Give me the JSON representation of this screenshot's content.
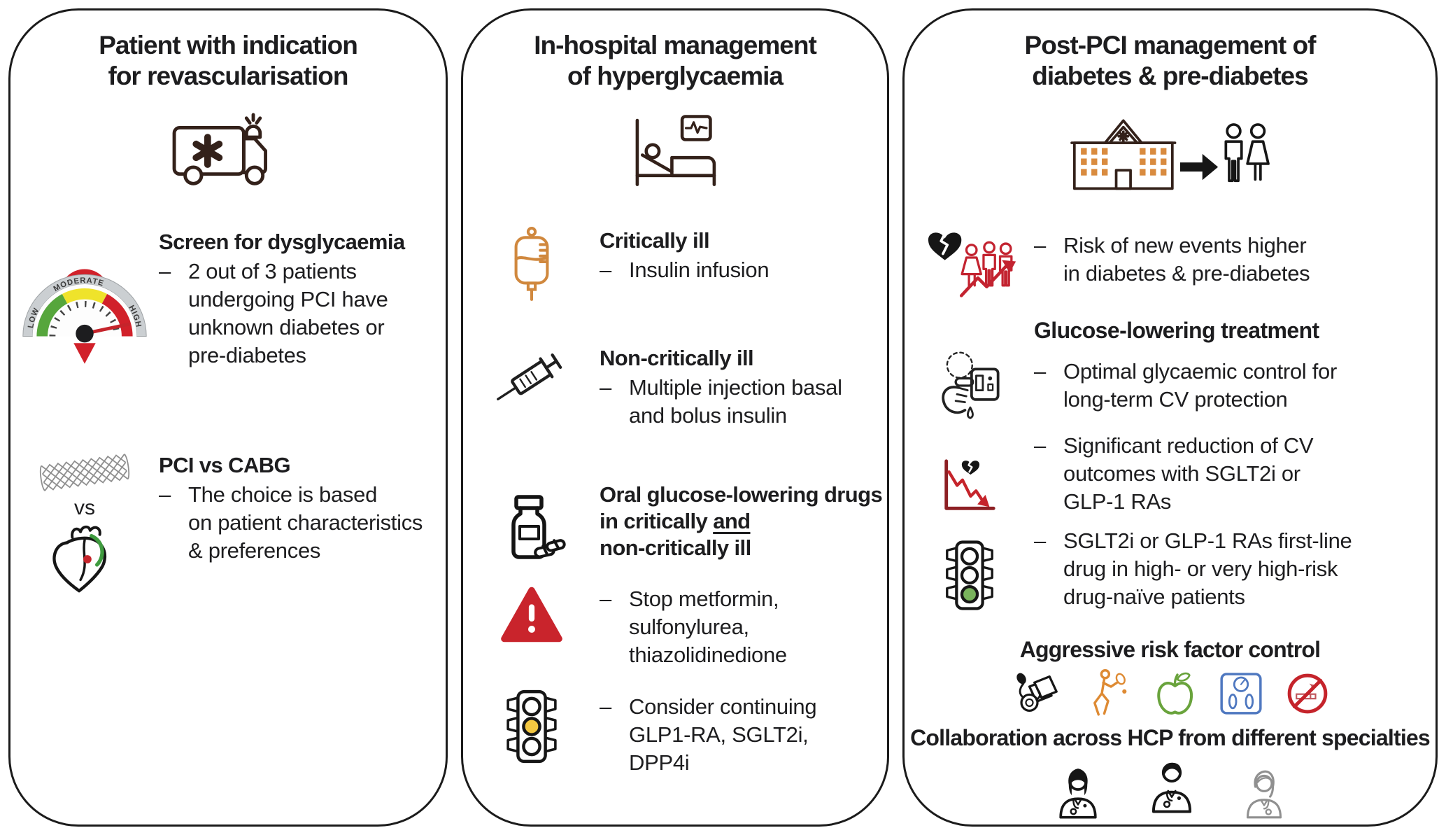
{
  "dash": "–",
  "colors": {
    "ink": "#1d1d1f",
    "icon_brown": "#33211a",
    "window_orange": "#d98b3f",
    "iv_orange": "#d0883e",
    "alert_red": "#c9242c",
    "people_red": "#c32330",
    "traffic_yellow": "#f3c741",
    "traffic_green": "#79b35c",
    "gauge_green": "#56a63c",
    "gauge_yellow": "#efe32b",
    "gauge_red": "#d1212a",
    "apple_green": "#69a33c",
    "scale_blue": "#4f78c0",
    "runner_orange": "#de8a33",
    "stent_gray": "#8f8f8f",
    "hcp_gray": "#909090"
  },
  "panel1": {
    "title": "Patient with indication\nfor revascularisation",
    "hero_icon": "ambulance",
    "screen": {
      "icon": "risk-gauge",
      "gauge_labels": {
        "low": "LOW",
        "moderate": "MODERATE",
        "high": "HIGH"
      },
      "heading": "Screen for dysglycaemia",
      "bullet": "2 out of 3 patients\nundergoing PCI have\nunknown diabetes or\npre-diabetes"
    },
    "choice": {
      "icons": [
        "stent",
        "heart-with-bypass-graft"
      ],
      "vs_label": "vs",
      "heading": "PCI vs CABG",
      "bullet": "The choice is based\non patient characteristics\n& preferences"
    }
  },
  "panel2": {
    "title": "In-hospital management\nof hyperglycaemia",
    "hero_icon": "hospital-bed",
    "critical": {
      "icon": "iv-infusion-bag",
      "heading": "Critically ill",
      "bullet": "Insulin infusion"
    },
    "noncritical": {
      "icon": "syringe",
      "heading": "Non-critically ill",
      "bullet": "Multiple injection basal\nand bolus insulin"
    },
    "oral": {
      "icon": "pill-bottle",
      "heading_line1": "Oral glucose-lowering drugs",
      "heading_line2_pre": "in critically ",
      "heading_line2_and": "and",
      "heading_line3": "non-critically ill"
    },
    "stop": {
      "icon": "warning-triangle",
      "bullet": "Stop metformin,\nsulfonylurea,\nthiazolidinedione"
    },
    "continue": {
      "icon": "traffic-light-yellow",
      "bullet": "Consider continuing\nGLP1-RA, SGLT2i,\nDPP4i"
    }
  },
  "panel3": {
    "title": "Post-PCI management of\ndiabetes & pre-diabetes",
    "hero_icon": "hospital-to-patients",
    "risk": {
      "icon": "broken-heart-population-rising-arrow",
      "bullet": "Risk of new events higher\nin diabetes & pre-diabetes"
    },
    "treatment_heading": "Glucose-lowering treatment",
    "optimal": {
      "icon": "glucose-meter",
      "bullet": "Optimal glycaemic control for\nlong-term CV protection"
    },
    "reduction": {
      "icon": "declining-cv-events-chart",
      "bullet": "Significant reduction of CV\noutcomes with SGLT2i or\nGLP-1 RAs"
    },
    "firstline": {
      "icon": "traffic-light-green",
      "bullet": "SGLT2i or GLP-1 RAs first-line\ndrug in high- or very high-risk\ndrug-naïve patients"
    },
    "risk_factor_heading": "Aggressive risk factor control",
    "risk_factor_icons": [
      "blood-pressure-monitor",
      "physical-activity",
      "healthy-diet-apple",
      "weight-scale",
      "no-smoking"
    ],
    "collaboration_heading": "Collaboration across HCP from different specialties",
    "hcp_icons": [
      "clinician-female-dark",
      "clinician-male-dark",
      "clinician-female-light"
    ]
  }
}
